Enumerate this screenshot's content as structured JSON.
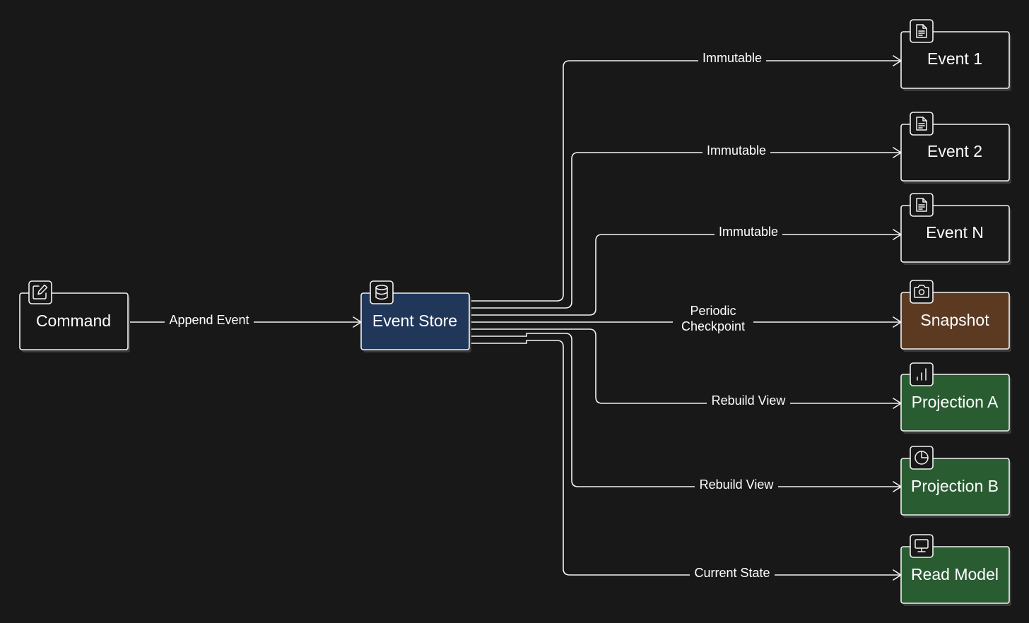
{
  "colors": {
    "background": "#181818",
    "line": "#f2f2f2",
    "default_fill": "#181818",
    "store_fill": "#21375a",
    "snapshot_fill": "#5c3a22",
    "projection_fill": "#2a5c32"
  },
  "nodes": {
    "command": {
      "label": "Command",
      "icon": "edit-icon"
    },
    "event_store": {
      "label": "Event Store",
      "icon": "database-icon"
    },
    "event_1": {
      "label": "Event 1",
      "icon": "document-icon"
    },
    "event_2": {
      "label": "Event 2",
      "icon": "document-icon"
    },
    "event_n": {
      "label": "Event N",
      "icon": "document-icon"
    },
    "snapshot": {
      "label": "Snapshot",
      "icon": "camera-icon"
    },
    "projection_a": {
      "label": "Projection A",
      "icon": "bar-chart-icon"
    },
    "projection_b": {
      "label": "Projection B",
      "icon": "pie-chart-icon"
    },
    "read_model": {
      "label": "Read Model",
      "icon": "monitor-icon"
    }
  },
  "edges": {
    "append": {
      "from": "Command",
      "to": "Event Store",
      "label": "Append Event"
    },
    "to_event_1": {
      "from": "Event Store",
      "to": "Event 1",
      "label": "Immutable"
    },
    "to_event_2": {
      "from": "Event Store",
      "to": "Event 2",
      "label": "Immutable"
    },
    "to_event_n": {
      "from": "Event Store",
      "to": "Event N",
      "label": "Immutable"
    },
    "to_snapshot": {
      "from": "Event Store",
      "to": "Snapshot",
      "label_line1": "Periodic",
      "label_line2": "Checkpoint"
    },
    "to_projection_a": {
      "from": "Event Store",
      "to": "Projection A",
      "label": "Rebuild View"
    },
    "to_projection_b": {
      "from": "Event Store",
      "to": "Projection B",
      "label": "Rebuild View"
    },
    "to_read_model": {
      "from": "Event Store",
      "to": "Read Model",
      "label": "Current State"
    }
  }
}
